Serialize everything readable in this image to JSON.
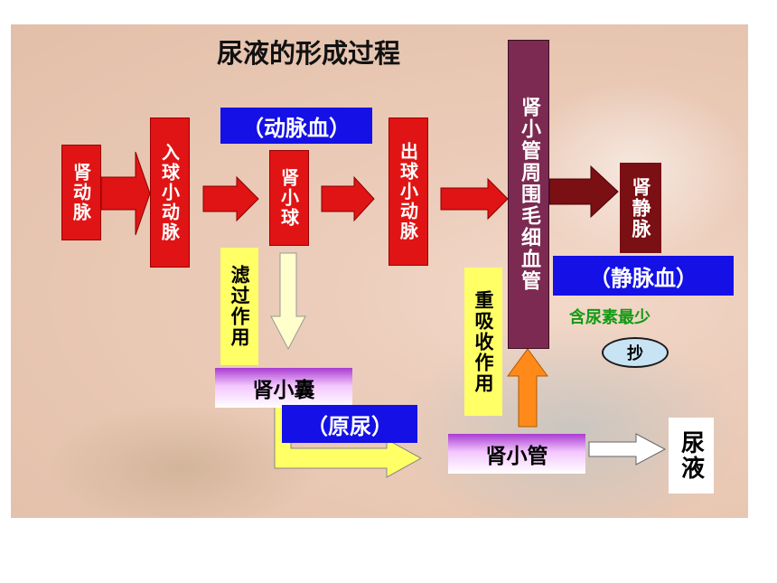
{
  "title": "尿液的形成过程",
  "boxes": {
    "renal_artery": "肾动脉",
    "afferent_arteriole": "入球小动脉",
    "arterial_blood": "（动脉血）",
    "glomerulus": "肾小球",
    "efferent_arteriole": "出球小动脉",
    "peritubular_capillary": "肾小管周围毛细血管",
    "renal_vein": "肾静脉",
    "venous_blood": "（静脉血）",
    "filtration": "滤过作用",
    "bowman_capsule": "肾小囊",
    "primary_urine": "（原尿）",
    "reabsorption": "重吸收作用",
    "renal_tubule": "肾小管",
    "urine": "尿液"
  },
  "note": "含尿素最少",
  "oval_label": "抄",
  "colors": {
    "red_box": "#e01414",
    "dark_red_box": "#7a0f14",
    "blue_label": "#1410e6",
    "yellow_label": "#ffff66",
    "capillary_box": "#7c2a52",
    "orange_arrow": "#ff8a1a",
    "green_note": "#139a13"
  }
}
